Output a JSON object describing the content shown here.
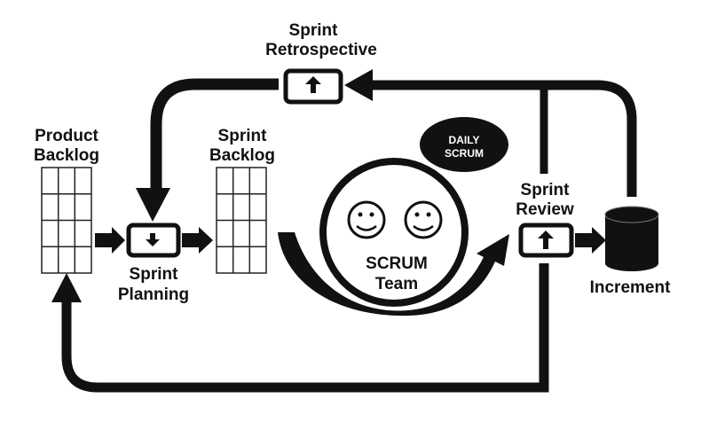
{
  "labels": {
    "product_backlog": [
      "Product",
      "Backlog"
    ],
    "sprint_backlog": [
      "Sprint",
      "Backlog"
    ],
    "sprint_planning": [
      "Sprint",
      "Planning"
    ],
    "sprint_retrospective": [
      "Sprint",
      "Retrospective"
    ],
    "sprint_review": [
      "Sprint",
      "Review"
    ],
    "increment": "Increment",
    "scrum_team": [
      "SCRUM",
      "Team"
    ],
    "daily_scrum": [
      "DAILY",
      "SCRUM"
    ]
  },
  "colors": {
    "ink": "#111111",
    "background": "#ffffff"
  }
}
